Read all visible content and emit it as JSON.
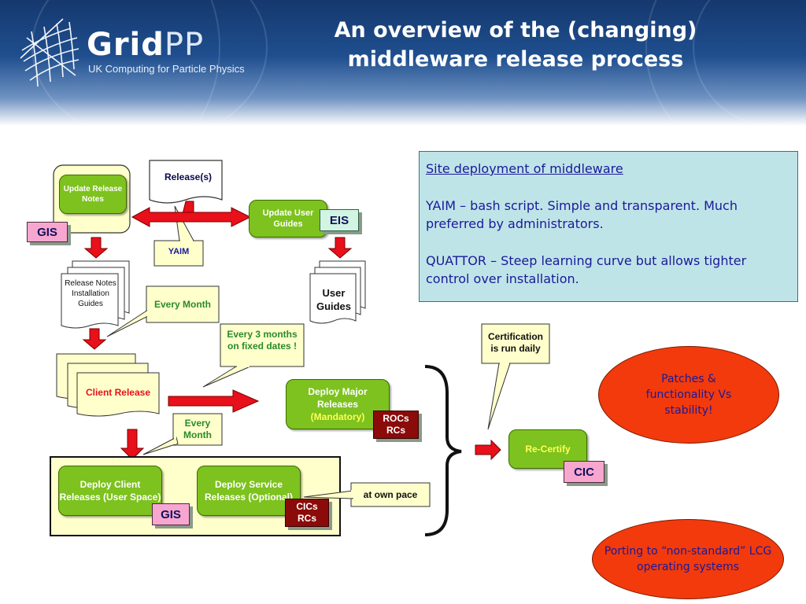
{
  "header": {
    "title": "An overview of the (changing) middleware release process",
    "logo": {
      "word_bold": "Grid",
      "word_light": "PP",
      "tagline": "UK Computing for Particle Physics",
      "icon": "grid-globe-logo-icon"
    }
  },
  "diagram": {
    "release_box": "Release(s)",
    "update_release_notes": "Update Release Notes",
    "update_user_guides": "Update User Guides",
    "yaim_label": "YAIM",
    "release_notes_docs": "Release Notes Installation Guides",
    "user_guides_docs": "User Guides",
    "every_month_1": "Every Month",
    "every_3_months": "Every 3 months on fixed dates !",
    "client_release": "Client Release",
    "every_month_2": "Every Month",
    "deploy_major": "Deploy  Major Releases",
    "deploy_major_mandatory": "(Mandatory)",
    "rocs_rcs": "ROCs RCs",
    "deploy_client": "Deploy Client Releases (User Space)",
    "deploy_service": "Deploy  Service Releases (Optional)",
    "cics_rcs": "CICs RCs",
    "at_own_pace": "at own pace",
    "gis_1": "GIS",
    "gis_2": "GIS",
    "eis": "EIS",
    "certification": "Certification is run daily",
    "re_certify": "Re-Certify",
    "cic": "CIC"
  },
  "info_box": {
    "heading": "Site deployment of middleware",
    "yaim_text": "YAIM – bash script. Simple and transparent. Much preferred by administrators.",
    "quattor_text": "QUATTOR – Steep learning curve but allows tighter control over installation."
  },
  "ellipses": {
    "patches": "Patches & functionality Vs stability!",
    "porting": "Porting to “non-standard” LCG operating systems"
  },
  "colors": {
    "title_bg": "#1f4f8f",
    "green_box": "#7dc21e",
    "arrow_red": "#e8101a",
    "ellipse_red": "#f23a0c",
    "info_bg": "#bfe4e8",
    "pink_tag": "#f7a6d0",
    "maroon_tag": "#8b0a0a"
  }
}
